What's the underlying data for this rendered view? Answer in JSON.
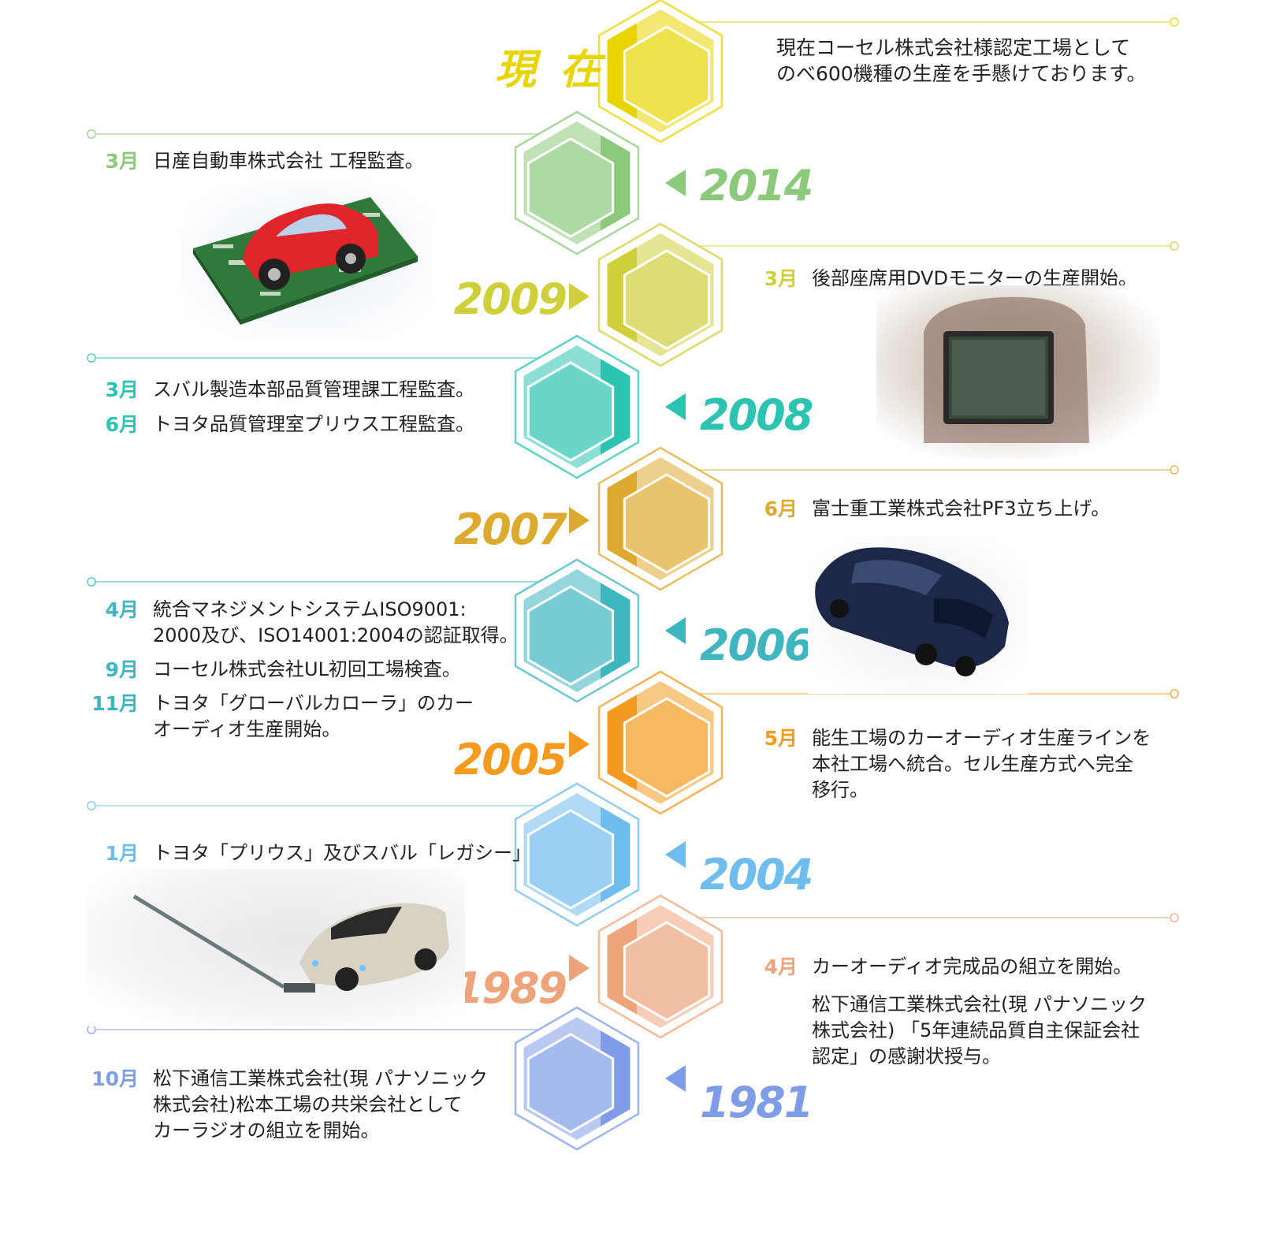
{
  "current": {
    "title": "現 在",
    "text": "現在コーセル株式会社様認定工場として\nのべ600機種の生産を手懸けております。",
    "color": "#e8d400"
  },
  "years": [
    {
      "id": "2014",
      "label": "2014",
      "color": "#8cc97a",
      "events": [
        {
          "month": "3月",
          "text": "日産自動車株式会社 工程監査。"
        }
      ]
    },
    {
      "id": "2009",
      "label": "2009",
      "color": "#cfcf3a",
      "events": [
        {
          "month": "3月",
          "text": "後部座席用DVDモニターの生産開始。"
        }
      ]
    },
    {
      "id": "2008",
      "label": "2008",
      "color": "#2cc4b0",
      "events": [
        {
          "month": "3月",
          "text": "スバル製造本部品質管理課工程監査。"
        },
        {
          "month": "6月",
          "text": "トヨタ品質管理室プリウス工程監査。"
        }
      ]
    },
    {
      "id": "2007",
      "label": "2007",
      "color": "#dcaa2e",
      "events": [
        {
          "month": "6月",
          "text": "富士重工業株式会社PF3立ち上げ。"
        }
      ]
    },
    {
      "id": "2006",
      "label": "2006",
      "color": "#3fb5bf",
      "events": [
        {
          "month": "4月",
          "text": "統合マネジメントシステムISO9001:\n2000及び、ISO14001:2004の認証取得。"
        },
        {
          "month": "9月",
          "text": "コーセル株式会社UL初回工場検査。"
        },
        {
          "month": "11月",
          "text": "トヨタ「グローバルカローラ」のカー\nオーディオ生産開始。"
        }
      ]
    },
    {
      "id": "2005",
      "label": "2005",
      "color": "#f39a1f",
      "events": [
        {
          "month": "5月",
          "text": "能生工場のカーオーディオ生産ラインを\n本社工場へ統合。セル生産方式へ完全\n移行。"
        }
      ]
    },
    {
      "id": "2004",
      "label": "2004",
      "color": "#6fbcef",
      "events": [
        {
          "month": "1月",
          "text": "トヨタ「プリウス」及びスバル「レガシー」\nのカーオーディオ生産を開始。"
        }
      ]
    },
    {
      "id": "1989",
      "label": "1989",
      "color": "#eea47a",
      "events": [
        {
          "month": "4月",
          "text": "カーオーディオ完成品の組立を開始。"
        }
      ],
      "note": "松下通信工業株式会社(現 パナソニック\n株式会社) 「5年連続品質自主保証会社\n認定」の感謝状授与。"
    },
    {
      "id": "1981",
      "label": "1981",
      "color": "#7f9de6",
      "events": [
        {
          "month": "10月",
          "text": "松下通信工業株式会社(現 パナソニック\n株式会社)松本工場の共栄会社として\nカーラジオの組立を開始。"
        }
      ]
    }
  ]
}
